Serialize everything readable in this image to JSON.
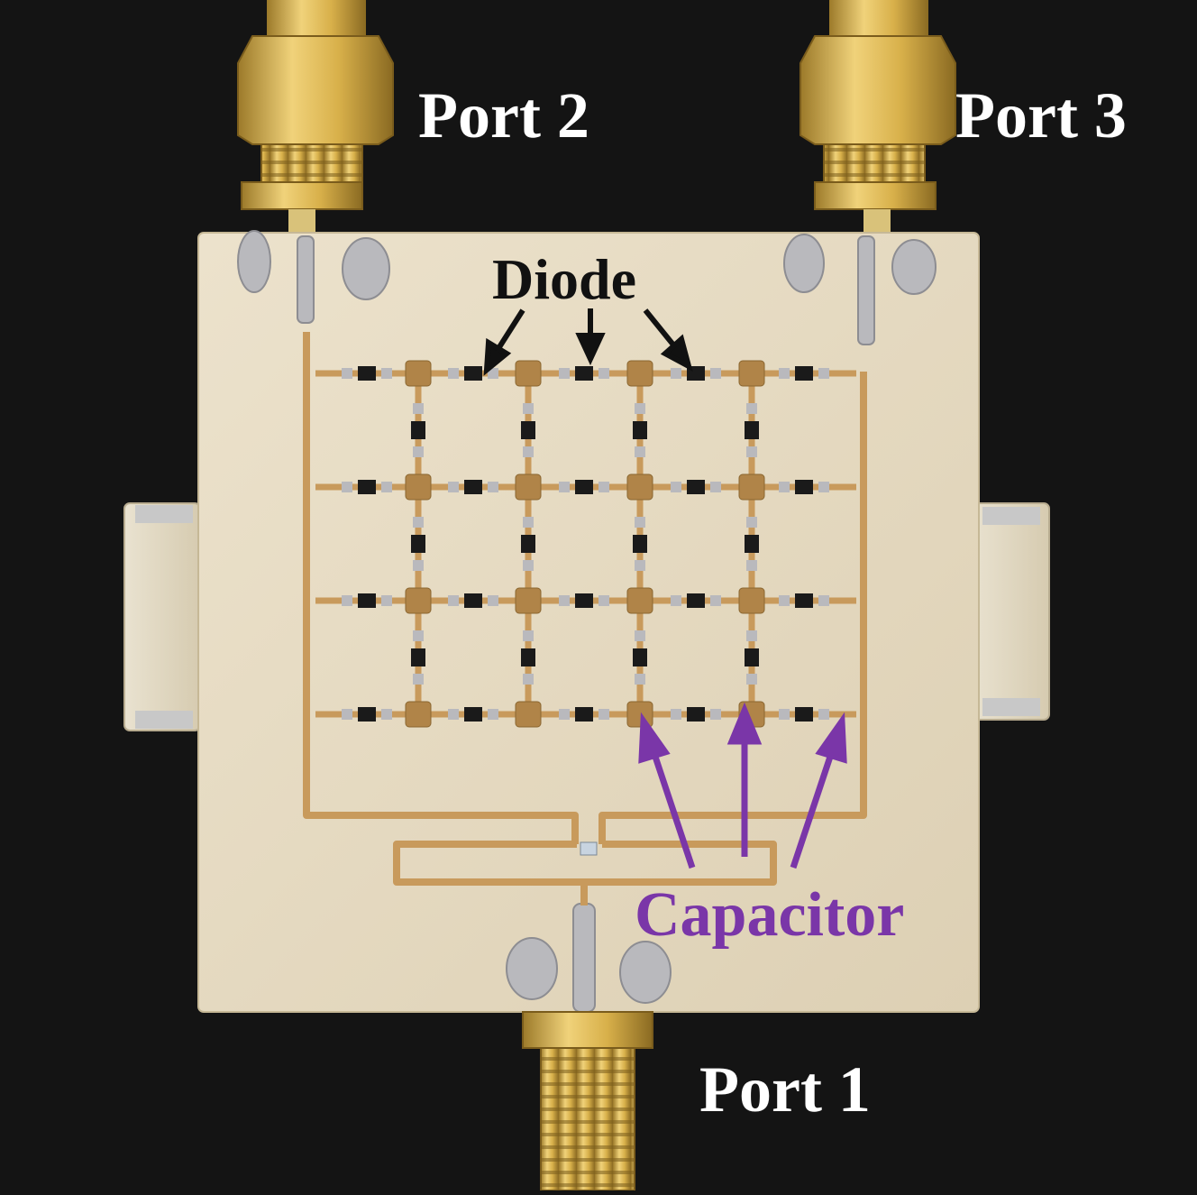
{
  "labels": {
    "port1": "Port 1",
    "port2": "Port 2",
    "port3": "Port 3",
    "diode": "Diode",
    "capacitor": "Capacitor"
  },
  "colors": {
    "background": "#141414",
    "board": "#e8dcc4",
    "copper": "#c89a5c",
    "connector_gold": "#d8b04a",
    "solder": "#b9b9bd",
    "component_body": "#1a1a1a",
    "label_light": "#ffffff",
    "label_dark": "#111111",
    "label_accent": "#7a36a8"
  }
}
